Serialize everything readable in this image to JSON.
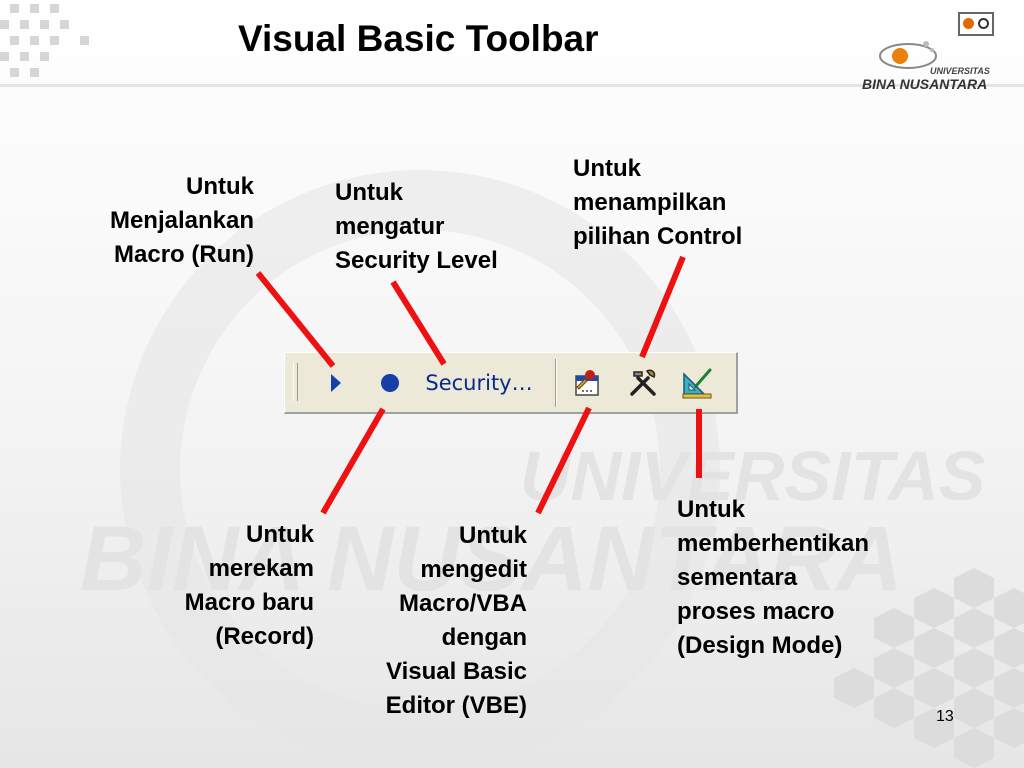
{
  "slide": {
    "title": "Visual Basic Toolbar",
    "page_number": "13"
  },
  "logo": {
    "line1": "UNIVERSITAS",
    "line2": "BINA NUSANTARA"
  },
  "watermark": {
    "line1": "UNIVERSITAS",
    "line2": "BINA NUSANTARA"
  },
  "toolbar": {
    "security_label": "Security…",
    "buttons": [
      {
        "name": "run-macro",
        "icon": "play-icon"
      },
      {
        "name": "record-macro",
        "icon": "record-icon"
      },
      {
        "name": "security",
        "label": "Security…"
      },
      {
        "name": "visual-basic-editor",
        "icon": "vbe-icon"
      },
      {
        "name": "control-toolbox",
        "icon": "tools-icon"
      },
      {
        "name": "design-mode",
        "icon": "design-ruler-icon"
      }
    ]
  },
  "annotations": {
    "run": {
      "lines": [
        "Untuk",
        "Menjalankan",
        "Macro (Run)"
      ]
    },
    "security": {
      "lines": [
        "Untuk",
        "mengatur",
        "Security Level"
      ]
    },
    "control": {
      "lines": [
        "Untuk",
        "menampilkan",
        "pilihan Control"
      ]
    },
    "record": {
      "lines": [
        "Untuk",
        "merekam",
        "Macro baru",
        "(Record)"
      ]
    },
    "vbe": {
      "lines": [
        "Untuk",
        "mengedit",
        "Macro/VBA",
        "dengan",
        "Visual Basic",
        "Editor (VBE)"
      ]
    },
    "design": {
      "lines": [
        "Untuk",
        "memberhentikan",
        "sementara",
        "proses macro",
        "(Design Mode)"
      ]
    }
  },
  "colors": {
    "arrow": "#ee1111",
    "toolbar_bg": "#ece9d8",
    "icon_blue": "#1640a8",
    "security_text": "#0a2a8a"
  }
}
